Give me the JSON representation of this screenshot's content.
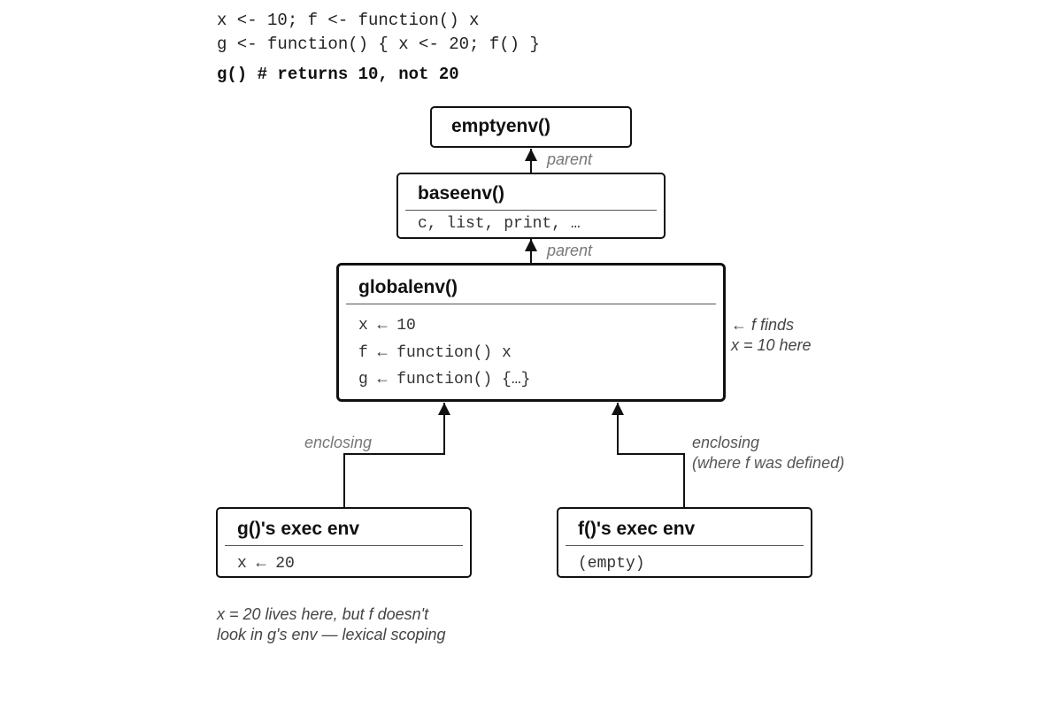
{
  "code": {
    "line1": "x <- 10; f <- function() x",
    "line2": "g <- function() { x <- 20; f() }",
    "line3": "g() # returns 10, not 20"
  },
  "nodes": {
    "emptyenv": {
      "title": "emptyenv()"
    },
    "baseenv": {
      "title": "baseenv()",
      "rows": [
        "c, list, print, …"
      ]
    },
    "globalenv": {
      "title": "globalenv()",
      "rows": [
        "x ← 10",
        "f ← function() x",
        "g ← function() {…}"
      ]
    },
    "g_exec": {
      "title": "g()'s exec env",
      "rows": [
        "x ← 20"
      ]
    },
    "f_exec": {
      "title": "f()'s exec env",
      "rows": [
        "(empty)"
      ]
    }
  },
  "edges": {
    "base_to_empty": "parent",
    "global_to_base": "parent",
    "g_to_global": "enclosing",
    "f_to_global_line1": "enclosing",
    "f_to_global_line2": "(where f was defined)"
  },
  "notes": {
    "global_line1": "← f finds",
    "global_line2": "x = 10 here",
    "bottom_line1": "x = 20 lives here, but f doesn't",
    "bottom_line2": "look in g's env — lexical scoping"
  },
  "colors": {
    "box_border": "#111111",
    "edge_label": "#777777",
    "note": "#444444"
  }
}
